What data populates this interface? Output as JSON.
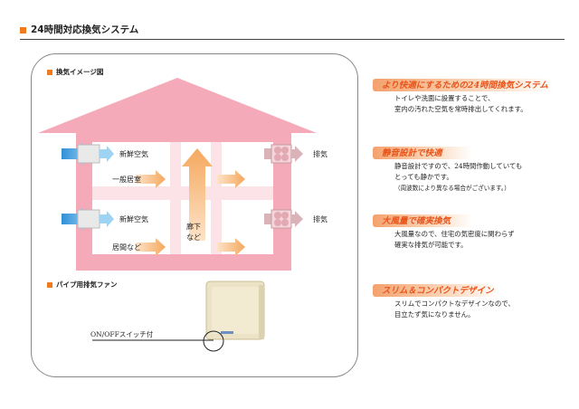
{
  "page": {
    "title": "24時間対応換気システム"
  },
  "diagram": {
    "section_label": "換気イメージ図",
    "labels": {
      "fresh_air_top": "新鮮空気",
      "general_room": "一般居室",
      "fresh_air_bottom": "新鮮空気",
      "living_room": "居間など",
      "corridor": "廊下\nなど",
      "exhaust_top": "排気",
      "exhaust_bottom": "排気"
    }
  },
  "fan": {
    "section_label": "パイプ用排気ファン",
    "switch_label": "ON/OFFスイッチ付"
  },
  "features": [
    {
      "title": "より快適にするための24時間換気システム",
      "lines": [
        "トイレや洗面に設置することで、",
        "室内の汚れた空気を常時排出してくれます。"
      ]
    },
    {
      "title": "静音設計で快適",
      "lines": [
        "静音設計ですので、24時間作動していても",
        "とっても静かです。",
        "（周波数により異なる場合がございます。）"
      ]
    },
    {
      "title": "大風量で確実換気",
      "lines": [
        "大風量なので、住宅の気密度に関わらず",
        "確実な排気が可能です。"
      ]
    },
    {
      "title": "スリム＆コンパクトデザイン",
      "lines": [
        "スリムでコンパクトなデザインなので、",
        "目立たず気になりません。"
      ]
    }
  ],
  "colors": {
    "accent": "#f07a1e",
    "feature_title": "#e8551b",
    "house_pink": "#f4aab8",
    "flow_orange": "#f5a85e",
    "fresh_air_blue": "#5aaee0"
  }
}
